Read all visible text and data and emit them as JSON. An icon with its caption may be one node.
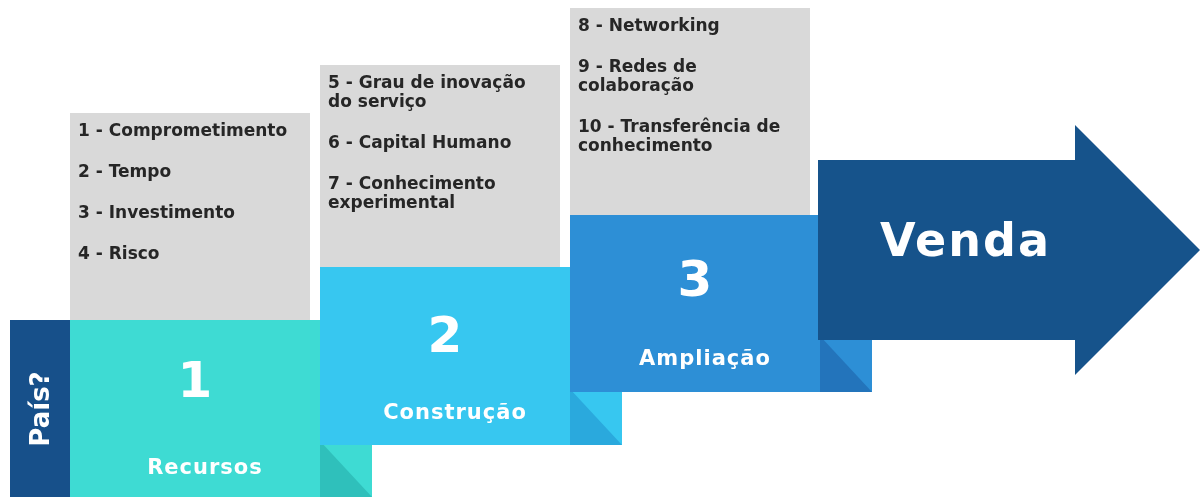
{
  "diagram": {
    "nodes": [
      {
        "text": [
          "País?"
        ]
      },
      {
        "text": [
          "1",
          "Recursos"
        ]
      },
      {
        "text": [
          "1 - Comprometimento",
          "2 - Tempo",
          "3 - Investimento",
          "4 - Risco"
        ]
      },
      {
        "text": [
          "2",
          "Construção"
        ]
      },
      {
        "text": [
          "5 - Grau de inovação do serviço",
          "6 - Capital Humano",
          "7 - Conhecimento experimental"
        ]
      },
      {
        "text": [
          "3",
          "Ampliação"
        ]
      },
      {
        "text": [
          "8 - Networking",
          "9 - Redes de colaboração",
          "10 - Transferência de conhecimento"
        ]
      },
      {
        "text": [
          "Venda"
        ]
      }
    ]
  }
}
